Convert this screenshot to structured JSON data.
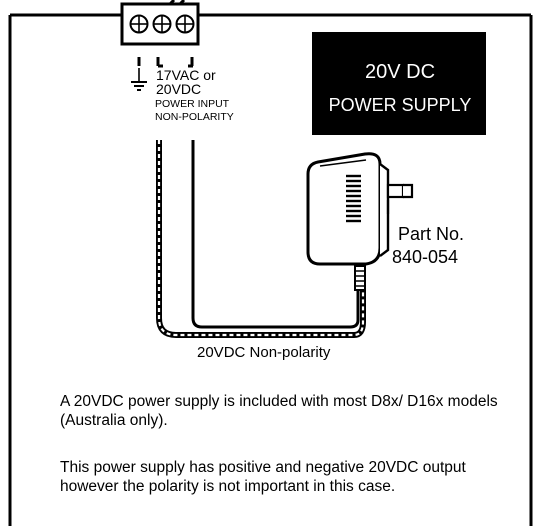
{
  "terminal": {
    "input_line1": "17VAC or",
    "input_line2": "20VDC",
    "input_line3": "POWER INPUT",
    "input_line4": "NON-POLARITY"
  },
  "supply_box": {
    "line1": "20V DC",
    "line2": "POWER SUPPLY"
  },
  "part": {
    "line1": "Part No.",
    "line2": "840-054"
  },
  "cable_label": "20VDC Non-polarity",
  "paragraphs": [
    "A 20VDC power supply is included with most D8x/ D16x models (Australia only).",
    "This power supply has positive and negative 20VDC output however the polarity is not important in this case."
  ]
}
